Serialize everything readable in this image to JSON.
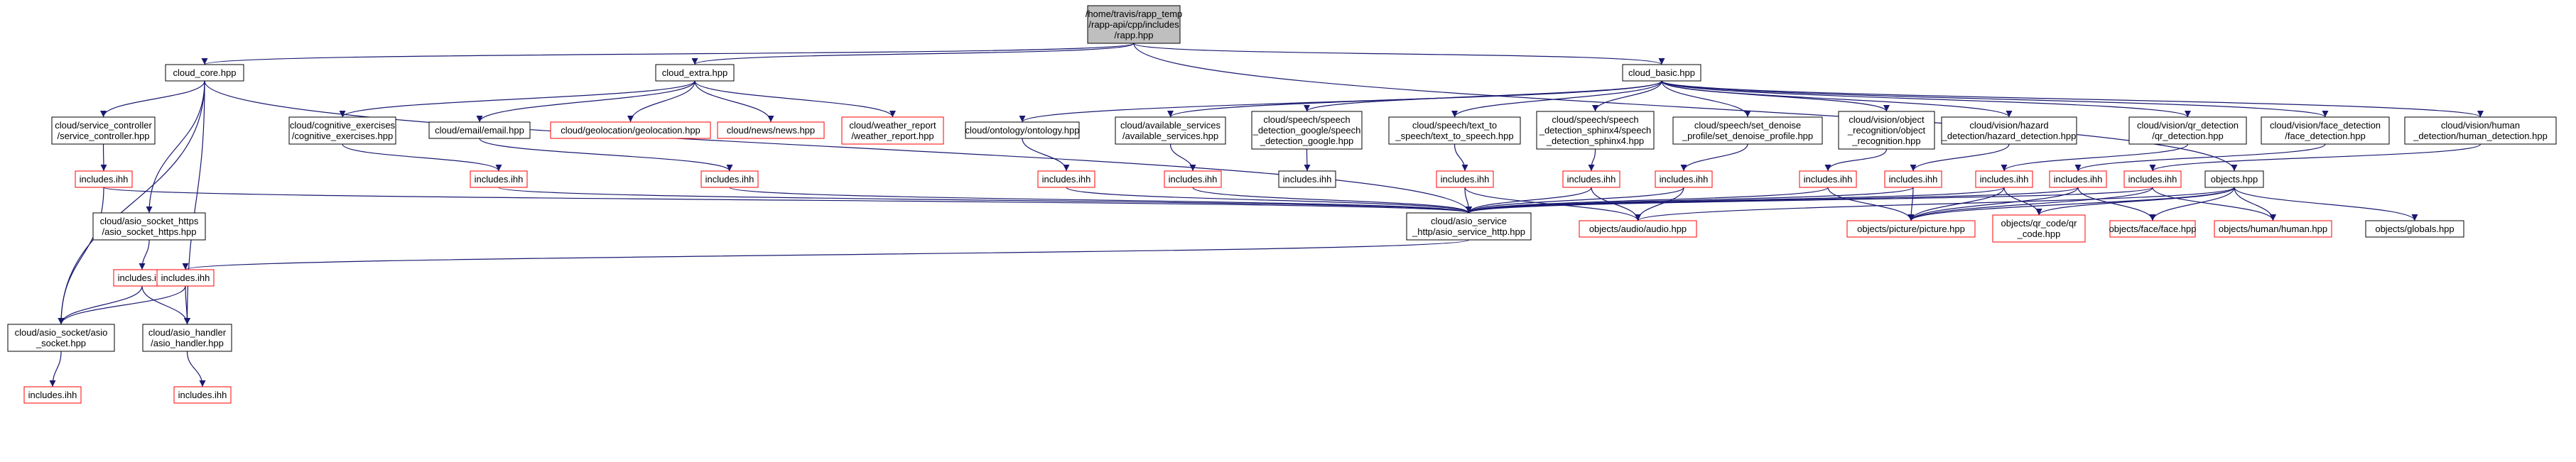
{
  "colors": {
    "edge": "#191970",
    "border_normal": "#000000",
    "border_missing": "#ff0000",
    "root_fill": "#bfbfbf",
    "node_fill": "#ffffff"
  },
  "nodes": {
    "root": {
      "lines": [
        "/home/travis/rapp_temp",
        "/rapp-api/cpp/includes",
        "/rapp.hpp"
      ]
    },
    "cloud_core": {
      "lines": [
        "cloud_core.hpp"
      ]
    },
    "cloud_extra": {
      "lines": [
        "cloud_extra.hpp"
      ]
    },
    "cloud_basic": {
      "lines": [
        "cloud_basic.hpp"
      ]
    },
    "service_controller": {
      "lines": [
        "cloud/service_controller",
        "/service_controller.hpp"
      ]
    },
    "cognitive_exercises": {
      "lines": [
        "cloud/cognitive_exercises",
        "/cognitive_exercises.hpp"
      ]
    },
    "email": {
      "lines": [
        "cloud/email/email.hpp"
      ]
    },
    "geolocation": {
      "lines": [
        "cloud/geolocation/geolocation.hpp"
      ]
    },
    "news": {
      "lines": [
        "cloud/news/news.hpp"
      ]
    },
    "weather_report": {
      "lines": [
        "cloud/weather_report",
        "/weather_report.hpp"
      ]
    },
    "ontology": {
      "lines": [
        "cloud/ontology/ontology.hpp"
      ]
    },
    "available_services": {
      "lines": [
        "cloud/available_services",
        "/available_services.hpp"
      ]
    },
    "speech_google": {
      "lines": [
        "cloud/speech/speech",
        "_detection_google/speech",
        "_detection_google.hpp"
      ]
    },
    "text_to_speech": {
      "lines": [
        "cloud/speech/text_to",
        "_speech/text_to_speech.hpp"
      ]
    },
    "speech_sphinx4": {
      "lines": [
        "cloud/speech/speech",
        "_detection_sphinx4/speech",
        "_detection_sphinx4.hpp"
      ]
    },
    "set_denoise": {
      "lines": [
        "cloud/speech/set_denoise",
        "_profile/set_denoise_profile.hpp"
      ]
    },
    "object_recognition": {
      "lines": [
        "cloud/vision/object",
        "_recognition/object",
        "_recognition.hpp"
      ]
    },
    "hazard_detection": {
      "lines": [
        "cloud/vision/hazard",
        "_detection/hazard_detection.hpp"
      ]
    },
    "qr_detection": {
      "lines": [
        "cloud/vision/qr_detection",
        "/qr_detection.hpp"
      ]
    },
    "face_detection": {
      "lines": [
        "cloud/vision/face_detection",
        "/face_detection.hpp"
      ]
    },
    "human_detection": {
      "lines": [
        "cloud/vision/human",
        "_detection/human_detection.hpp"
      ]
    },
    "objects": {
      "lines": [
        "objects.hpp"
      ]
    },
    "inc_service_controller": {
      "lines": [
        "includes.ihh"
      ]
    },
    "inc_cognitive": {
      "lines": [
        "includes.ihh"
      ]
    },
    "inc_email": {
      "lines": [
        "includes.ihh"
      ]
    },
    "inc_ontology": {
      "lines": [
        "includes.ihh"
      ]
    },
    "inc_available": {
      "lines": [
        "includes.ihh"
      ]
    },
    "inc_google": {
      "lines": [
        "includes.ihh"
      ]
    },
    "inc_tts": {
      "lines": [
        "includes.ihh"
      ]
    },
    "inc_sphinx4": {
      "lines": [
        "includes.ihh"
      ]
    },
    "inc_denoise": {
      "lines": [
        "includes.ihh"
      ]
    },
    "inc_object": {
      "lines": [
        "includes.ihh"
      ]
    },
    "inc_hazard": {
      "lines": [
        "includes.ihh"
      ]
    },
    "inc_qr": {
      "lines": [
        "includes.ihh"
      ]
    },
    "inc_face": {
      "lines": [
        "includes.ihh"
      ]
    },
    "inc_human": {
      "lines": [
        "includes.ihh"
      ]
    },
    "asio_socket_https": {
      "lines": [
        "cloud/asio_socket_https",
        "/asio_socket_https.hpp"
      ]
    },
    "asio_service_http": {
      "lines": [
        "cloud/asio_service",
        "_http/asio_service_http.hpp"
      ]
    },
    "audio": {
      "lines": [
        "objects/audio/audio.hpp"
      ]
    },
    "picture": {
      "lines": [
        "objects/picture/picture.hpp"
      ]
    },
    "qr_code": {
      "lines": [
        "objects/qr_code/qr",
        "_code.hpp"
      ]
    },
    "face": {
      "lines": [
        "objects/face/face.hpp"
      ]
    },
    "human": {
      "lines": [
        "objects/human/human.hpp"
      ]
    },
    "globals": {
      "lines": [
        "objects/globals.hpp"
      ]
    },
    "inc_https": {
      "lines": [
        "includes.ihh"
      ]
    },
    "inc_service_http": {
      "lines": [
        "includes.ihh"
      ]
    },
    "asio_socket": {
      "lines": [
        "cloud/asio_socket/asio",
        "_socket.hpp"
      ]
    },
    "asio_handler": {
      "lines": [
        "cloud/asio_handler",
        "/asio_handler.hpp"
      ]
    },
    "inc_socket": {
      "lines": [
        "includes.ihh"
      ]
    },
    "inc_handler": {
      "lines": [
        "includes.ihh"
      ]
    }
  },
  "edges": [
    [
      "root",
      "cloud_core"
    ],
    [
      "root",
      "cloud_extra"
    ],
    [
      "root",
      "cloud_basic"
    ],
    [
      "root",
      "objects"
    ],
    [
      "cloud_core",
      "service_controller"
    ],
    [
      "cloud_core",
      "asio_socket_https"
    ],
    [
      "cloud_core",
      "asio_service_http"
    ],
    [
      "cloud_core",
      "asio_socket"
    ],
    [
      "cloud_core",
      "asio_handler"
    ],
    [
      "cloud_extra",
      "cognitive_exercises"
    ],
    [
      "cloud_extra",
      "email"
    ],
    [
      "cloud_extra",
      "geolocation"
    ],
    [
      "cloud_extra",
      "news"
    ],
    [
      "cloud_extra",
      "weather_report"
    ],
    [
      "cloud_basic",
      "ontology"
    ],
    [
      "cloud_basic",
      "available_services"
    ],
    [
      "cloud_basic",
      "speech_google"
    ],
    [
      "cloud_basic",
      "text_to_speech"
    ],
    [
      "cloud_basic",
      "speech_sphinx4"
    ],
    [
      "cloud_basic",
      "set_denoise"
    ],
    [
      "cloud_basic",
      "object_recognition"
    ],
    [
      "cloud_basic",
      "hazard_detection"
    ],
    [
      "cloud_basic",
      "qr_detection"
    ],
    [
      "cloud_basic",
      "face_detection"
    ],
    [
      "cloud_basic",
      "human_detection"
    ],
    [
      "service_controller",
      "inc_service_controller"
    ],
    [
      "inc_service_controller",
      "asio_service_http"
    ],
    [
      "inc_service_controller",
      "asio_socket"
    ],
    [
      "cognitive_exercises",
      "inc_cognitive"
    ],
    [
      "inc_cognitive",
      "asio_service_http"
    ],
    [
      "email",
      "inc_email"
    ],
    [
      "inc_email",
      "asio_service_http"
    ],
    [
      "ontology",
      "inc_ontology"
    ],
    [
      "inc_ontology",
      "asio_service_http"
    ],
    [
      "available_services",
      "inc_available"
    ],
    [
      "inc_available",
      "asio_service_http"
    ],
    [
      "speech_google",
      "inc_google"
    ],
    [
      "text_to_speech",
      "inc_tts"
    ],
    [
      "inc_tts",
      "asio_service_http"
    ],
    [
      "inc_tts",
      "audio"
    ],
    [
      "speech_sphinx4",
      "inc_sphinx4"
    ],
    [
      "inc_sphinx4",
      "asio_service_http"
    ],
    [
      "inc_sphinx4",
      "audio"
    ],
    [
      "set_denoise",
      "inc_denoise"
    ],
    [
      "inc_denoise",
      "asio_service_http"
    ],
    [
      "inc_denoise",
      "audio"
    ],
    [
      "object_recognition",
      "inc_object"
    ],
    [
      "inc_object",
      "asio_service_http"
    ],
    [
      "inc_object",
      "picture"
    ],
    [
      "hazard_detection",
      "inc_hazard"
    ],
    [
      "inc_hazard",
      "asio_service_http"
    ],
    [
      "inc_hazard",
      "picture"
    ],
    [
      "qr_detection",
      "inc_qr"
    ],
    [
      "inc_qr",
      "asio_service_http"
    ],
    [
      "inc_qr",
      "picture"
    ],
    [
      "inc_qr",
      "qr_code"
    ],
    [
      "face_detection",
      "inc_face"
    ],
    [
      "inc_face",
      "asio_service_http"
    ],
    [
      "inc_face",
      "picture"
    ],
    [
      "inc_face",
      "face"
    ],
    [
      "human_detection",
      "inc_human"
    ],
    [
      "inc_human",
      "asio_service_http"
    ],
    [
      "inc_human",
      "picture"
    ],
    [
      "inc_human",
      "human"
    ],
    [
      "objects",
      "audio"
    ],
    [
      "objects",
      "picture"
    ],
    [
      "objects",
      "qr_code"
    ],
    [
      "objects",
      "face"
    ],
    [
      "objects",
      "human"
    ],
    [
      "objects",
      "globals"
    ],
    [
      "asio_socket_https",
      "inc_https"
    ],
    [
      "inc_https",
      "asio_socket"
    ],
    [
      "inc_https",
      "asio_handler"
    ],
    [
      "asio_service_http",
      "inc_service_http"
    ],
    [
      "inc_service_http",
      "asio_socket"
    ],
    [
      "inc_service_http",
      "asio_handler"
    ],
    [
      "asio_socket",
      "inc_socket"
    ],
    [
      "asio_handler",
      "inc_handler"
    ]
  ]
}
